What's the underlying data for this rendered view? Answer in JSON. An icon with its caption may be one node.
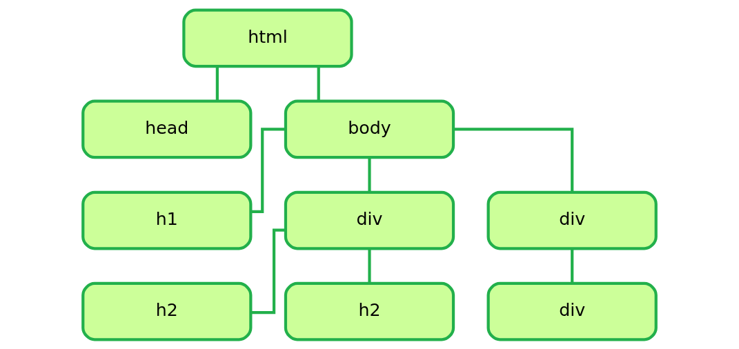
{
  "diagram": {
    "nodes": [
      {
        "text": [
          "html"
        ]
      },
      {
        "text": [
          "head"
        ]
      },
      {
        "text": [
          "body"
        ]
      },
      {
        "text": [
          "h1"
        ]
      },
      {
        "text": [
          "div"
        ]
      },
      {
        "text": [
          "div"
        ]
      },
      {
        "text": [
          "h2"
        ]
      },
      {
        "text": [
          "h2"
        ]
      },
      {
        "text": [
          "div"
        ]
      }
    ],
    "edges": [
      {
        "from": 0,
        "to": 1,
        "arrow": "none"
      },
      {
        "from": 0,
        "to": 2,
        "arrow": "none"
      },
      {
        "from": 2,
        "to": 3,
        "arrow": "none"
      },
      {
        "from": 2,
        "to": 4,
        "arrow": "none"
      },
      {
        "from": 2,
        "to": 5,
        "arrow": "none"
      },
      {
        "from": 4,
        "to": 6,
        "arrow": "none"
      },
      {
        "from": 4,
        "to": 7,
        "arrow": "none"
      },
      {
        "from": 5,
        "to": 8,
        "arrow": "none"
      }
    ]
  }
}
